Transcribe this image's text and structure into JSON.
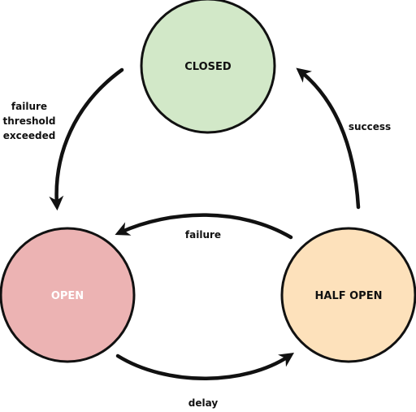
{
  "states": {
    "closed": {
      "label": "CLOSED",
      "fill": "#d2e8c8",
      "text_color": "#111111"
    },
    "open": {
      "label": "OPEN",
      "fill": "#ecb3b3",
      "text_color": "#ffffff"
    },
    "half_open": {
      "label": "HALF OPEN",
      "fill": "#fde1bb",
      "text_color": "#111111"
    }
  },
  "transitions": {
    "closed_to_open": {
      "lines": [
        "failure",
        "threshold",
        "exceeded"
      ]
    },
    "half_open_to_closed": {
      "label": "success"
    },
    "half_open_to_open": {
      "label": "failure"
    },
    "open_to_half_open": {
      "label": "delay"
    }
  }
}
